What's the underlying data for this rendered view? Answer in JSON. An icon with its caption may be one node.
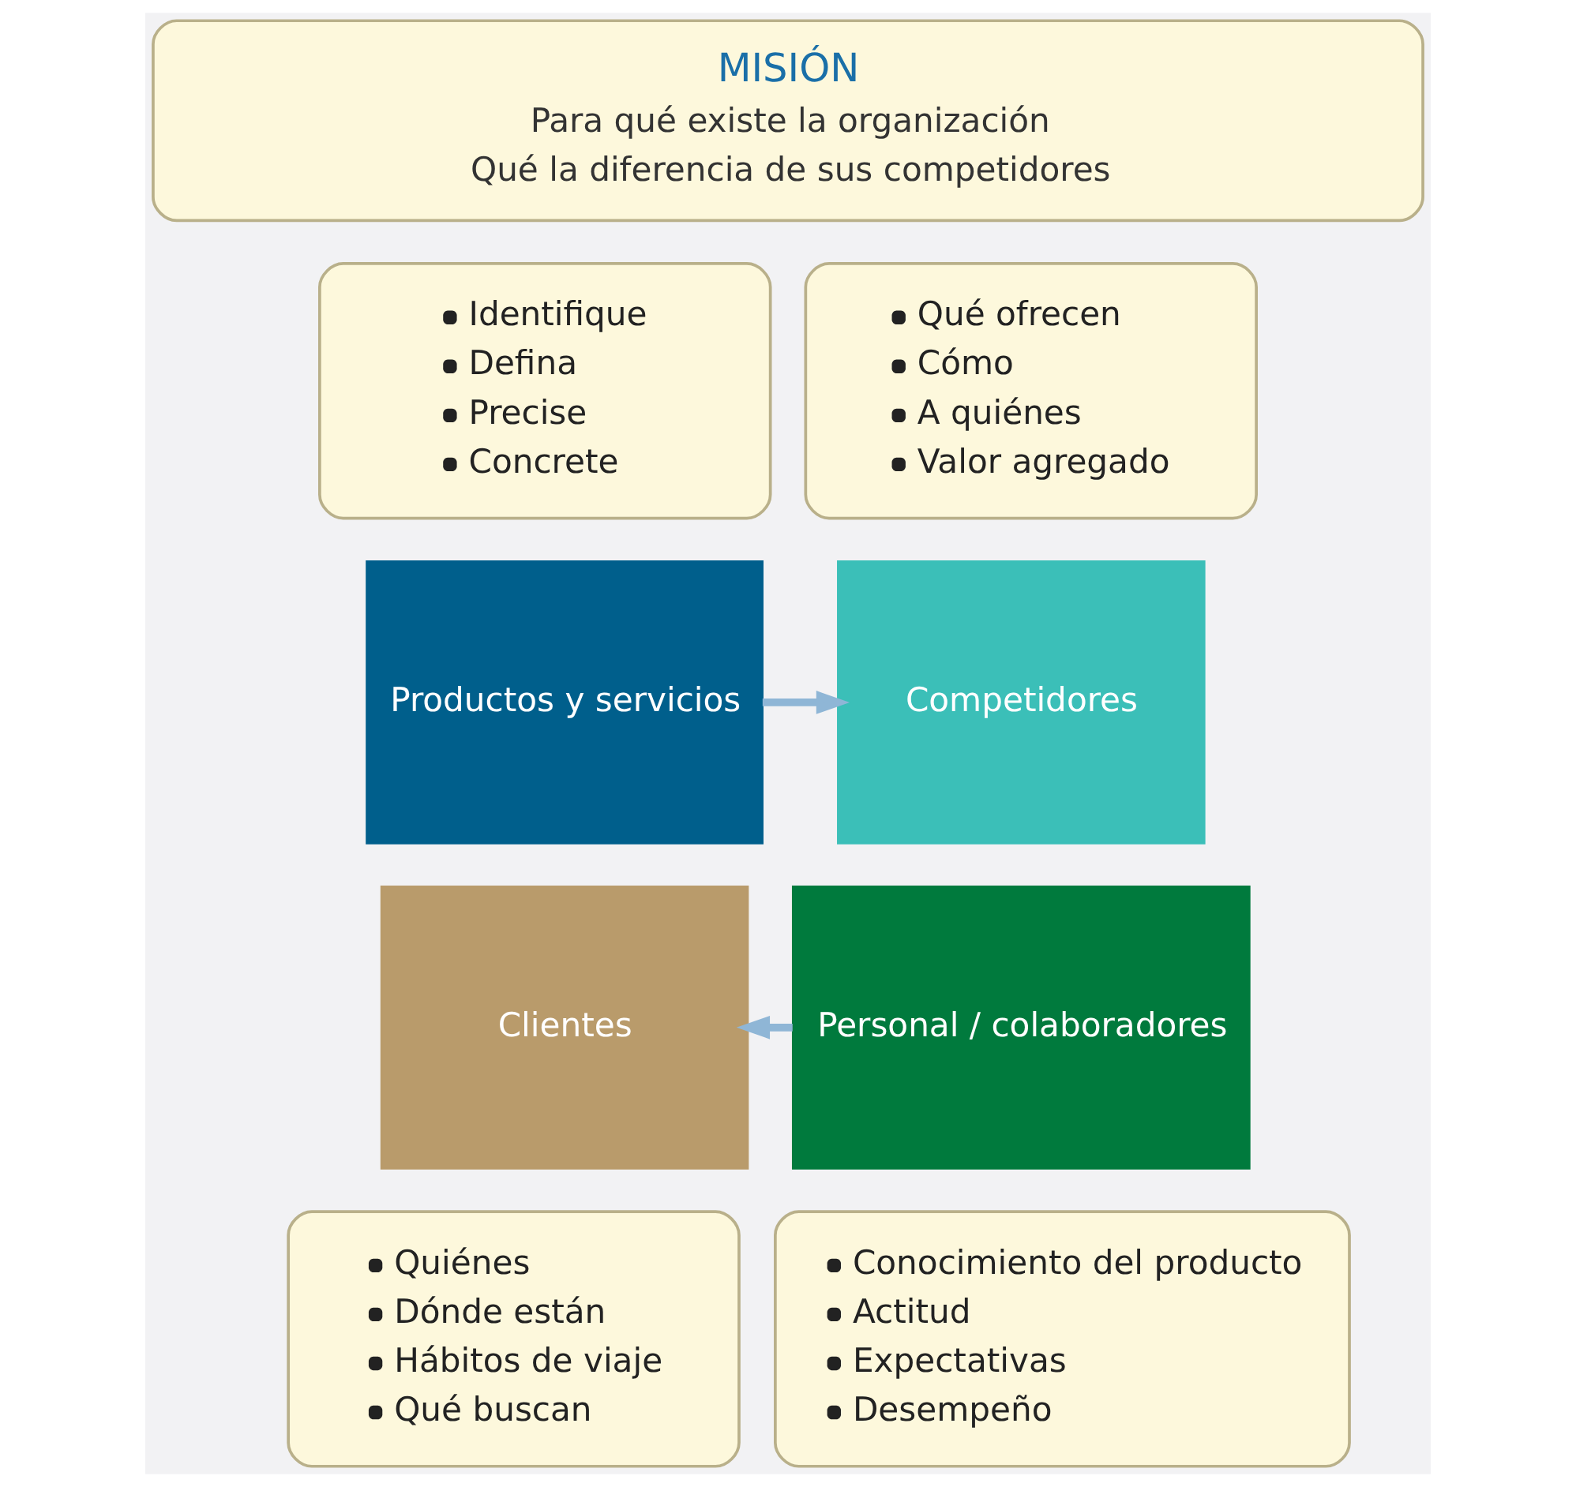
{
  "diagram": {
    "nodes": [
      {
        "text": [
          "MISIÓN",
          "Para qué existe la organización",
          "Qué la diferencia de sus competidores"
        ]
      },
      {
        "text": [
          "Identifique",
          "Defina",
          "Precise",
          "Concrete"
        ]
      },
      {
        "text": [
          "Productos y servicios"
        ]
      },
      {
        "text": [
          "Qué ofrecen",
          "Cómo",
          "A quiénes",
          "Valor agregado"
        ]
      },
      {
        "text": [
          "Competidores"
        ]
      },
      {
        "text": [
          "Quiénes",
          "Dónde están",
          "Hábitos de viaje",
          "Qué buscan"
        ]
      },
      {
        "text": [
          "Clientes"
        ]
      },
      {
        "text": [
          "Conocimiento del producto",
          "Actitud",
          "Expectativas",
          "Desempeño"
        ]
      },
      {
        "text": [
          "Personal / colaboradores"
        ]
      }
    ],
    "edges": [
      {
        "from": 2,
        "to": 4,
        "arrow": "to"
      },
      {
        "from": 8,
        "to": 6,
        "arrow": "to"
      }
    ]
  }
}
